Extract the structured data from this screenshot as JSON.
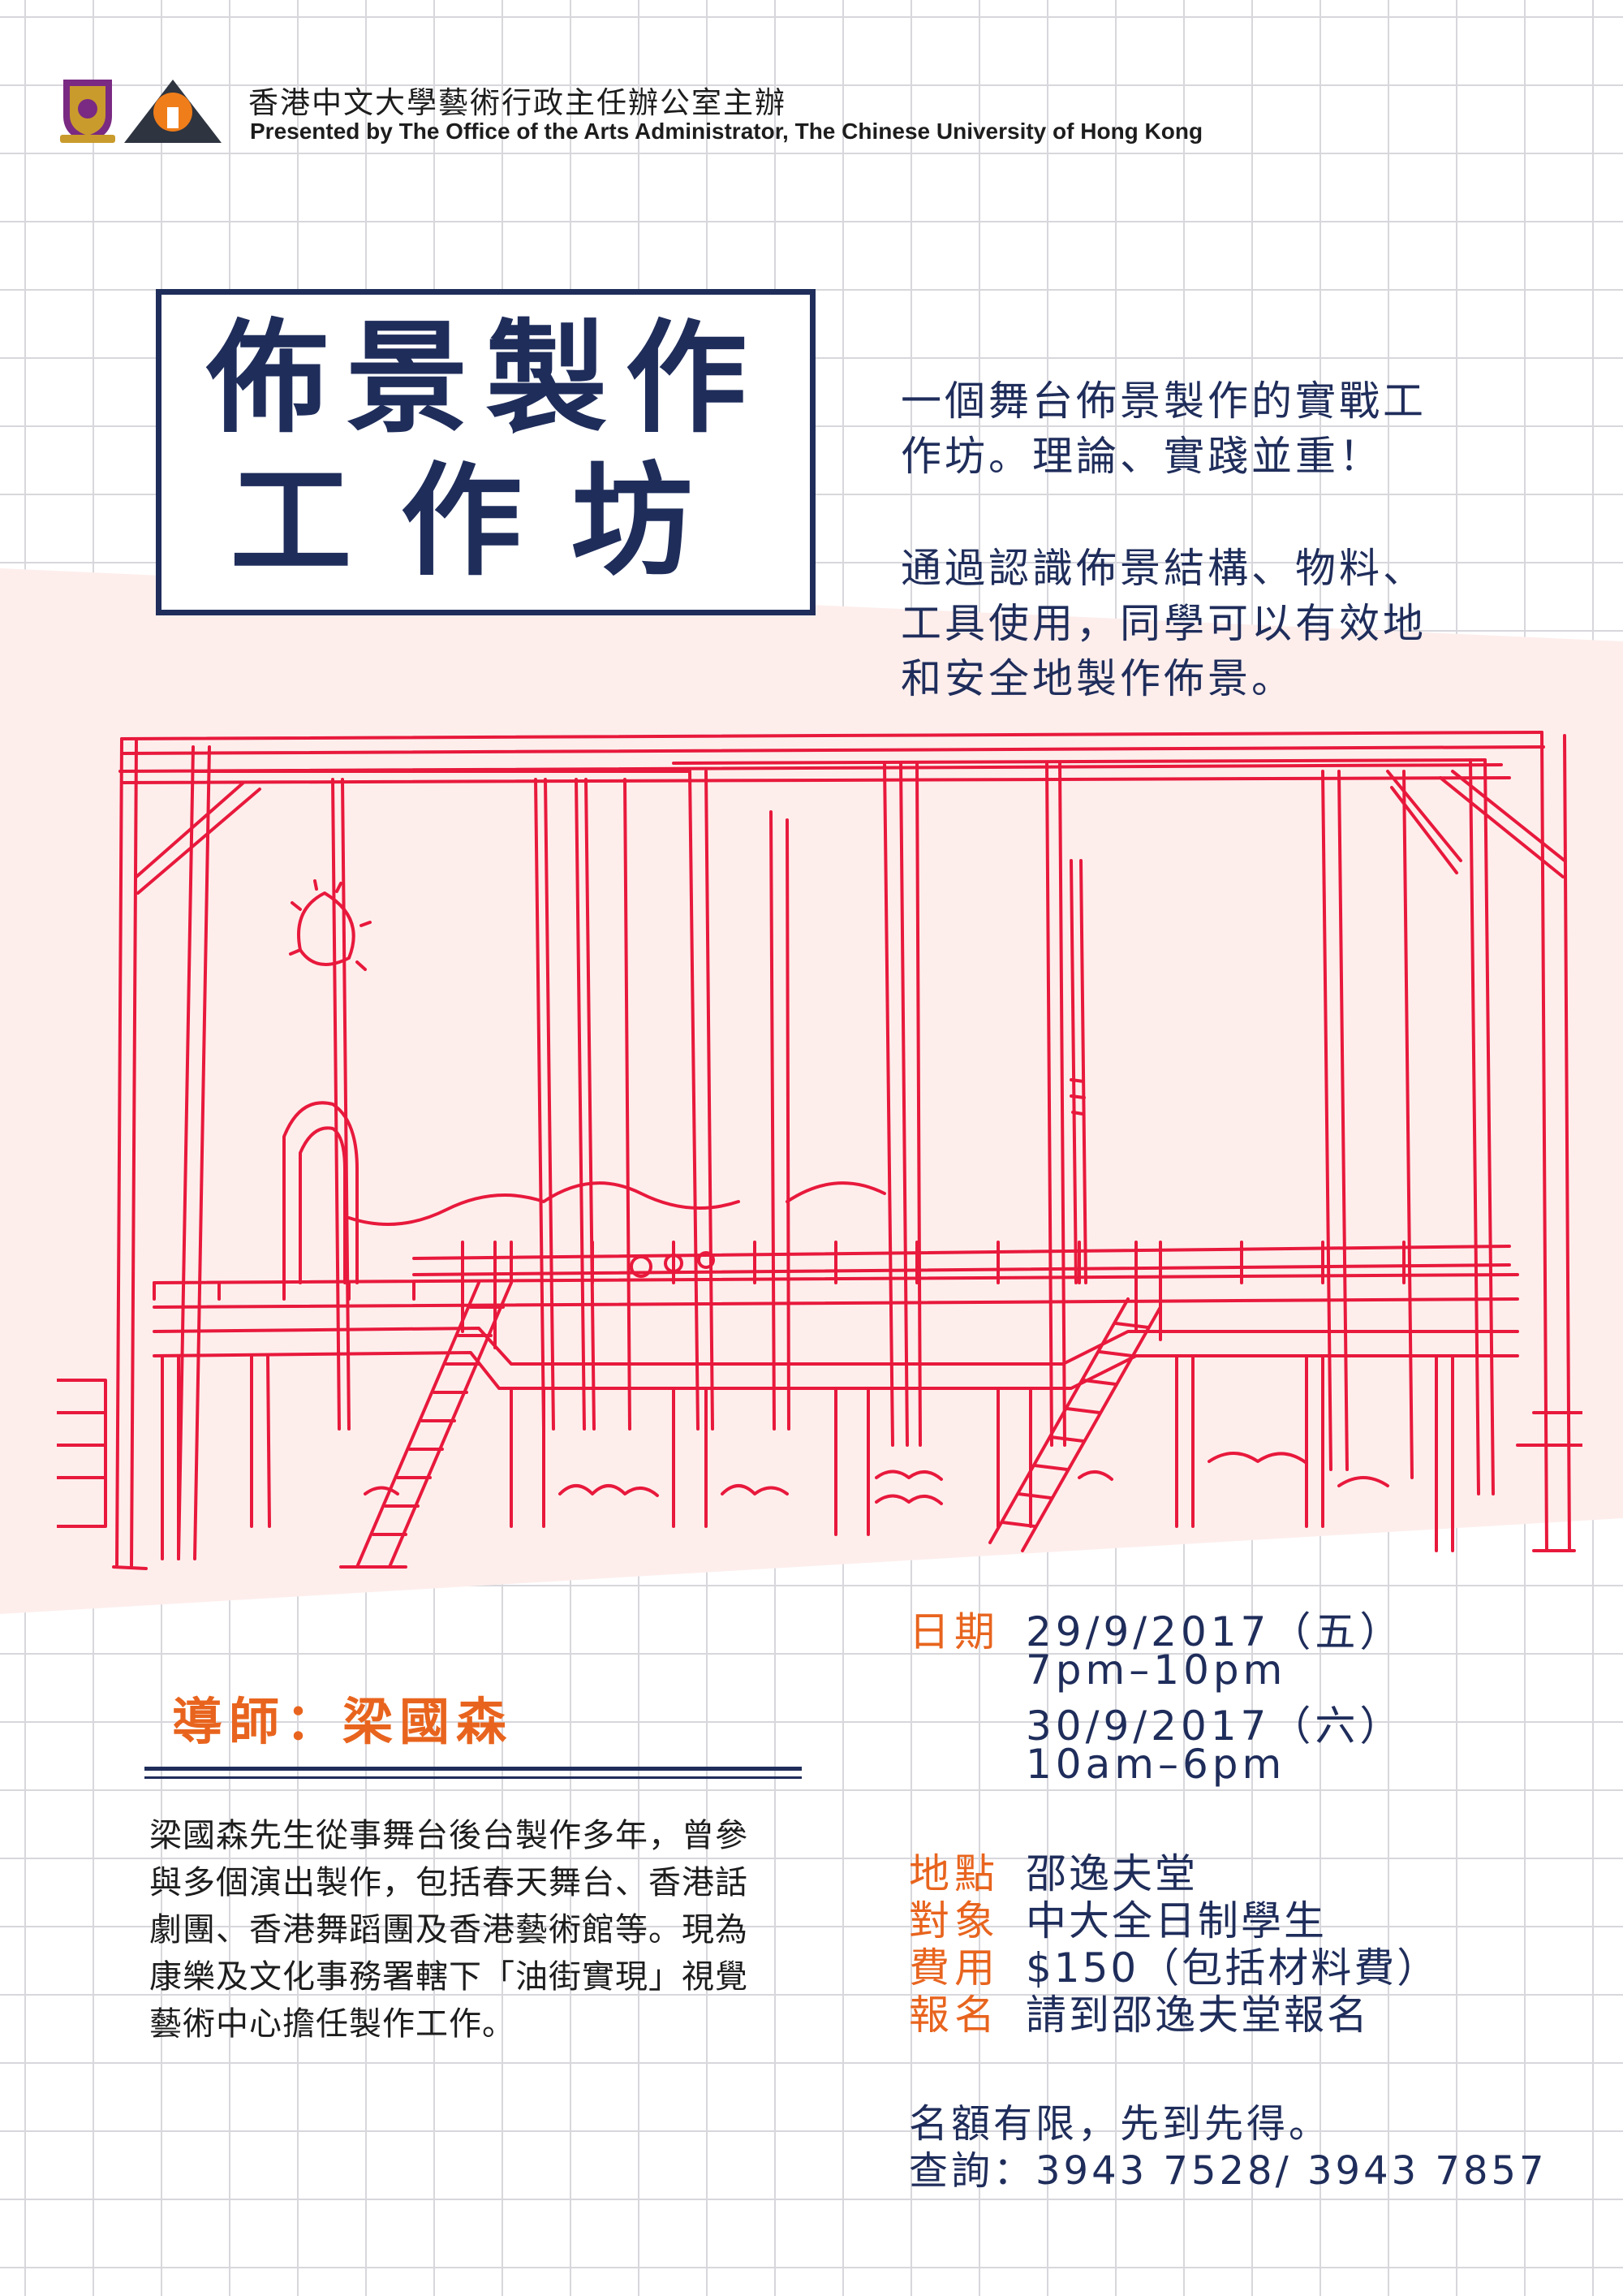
{
  "header": {
    "presenter_zh": "香港中文大學藝術行政主任辦公室主辦",
    "presenter_en": "Presented by The Office of the Arts Administrator, The Chinese University of Hong Kong",
    "logos": [
      "cuhk-crest",
      "arts-administrator-logo"
    ]
  },
  "title": {
    "line1": "佈景製作",
    "line2": "工作坊"
  },
  "description": {
    "paragraph1": [
      "一個舞台佈景製作的實戰工",
      "作坊。理論、實踐並重！"
    ],
    "paragraph2": [
      "通過認識佈景結構、物料、",
      "工具使用，同學可以有效地",
      "和安全地製作佈景。"
    ]
  },
  "instructor": {
    "heading": "導師：梁國森",
    "bio": [
      "梁國森先生從事舞台後台製作多年，曾參",
      "與多個演出製作，包括春天舞台、香港話",
      "劇團、香港舞蹈團及香港藝術館等。現為",
      "康樂及文化事務署轄下「油街實現」視覺",
      "藝術中心擔任製作工作。"
    ]
  },
  "details": {
    "date_label": "日期",
    "dates": [
      "29/9/2017（五）",
      "7pm–10pm",
      "30/9/2017（六）",
      "10am–6pm"
    ],
    "venue_label": "地點",
    "venue": "邵逸夫堂",
    "audience_label": "對象",
    "audience": "中大全日制學生",
    "fee_label": "費用",
    "fee": "$150（包括材料費）",
    "registration_label": "報名",
    "registration": "請到邵逸夫堂報名",
    "quota_note": "名額有限，先到先得。",
    "enquiry": "查詢：3943 7528/ 3943 7857"
  },
  "colors": {
    "navy": "#1f2d5b",
    "orange": "#e8641e",
    "sketch_red": "#e8193c",
    "band_pink": "#fdeeec"
  }
}
